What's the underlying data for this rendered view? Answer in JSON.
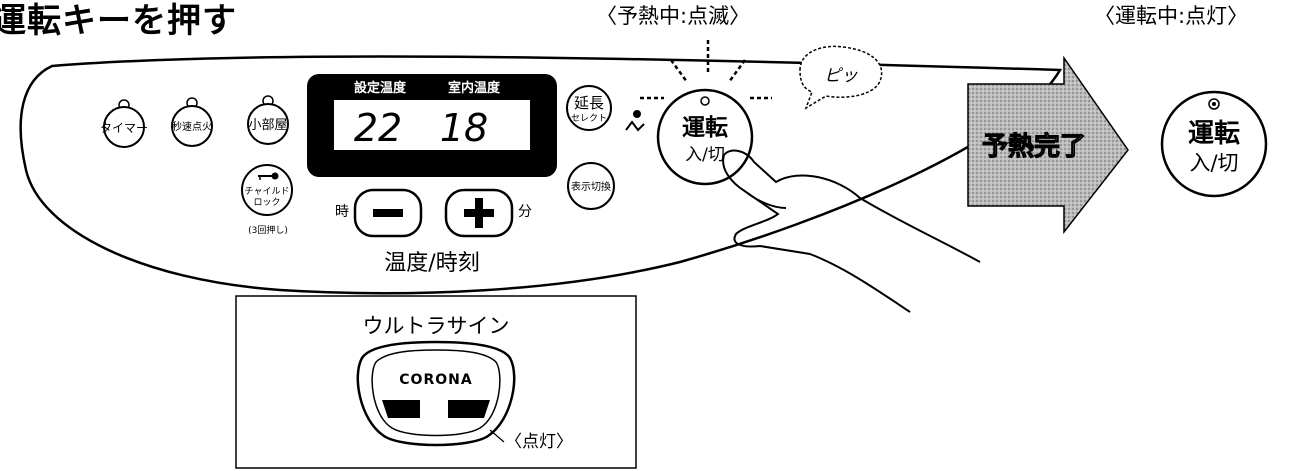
{
  "heading": "運転キーを押す",
  "captions": {
    "preheat_state": "〈予熱中:点滅〉",
    "running_state": "〈運転中:点灯〉"
  },
  "panel": {
    "buttons": {
      "timer": "タイマー",
      "quick_ignite": "秒速点火",
      "small_room": "小部屋",
      "child_lock_line1": "チャイルド",
      "child_lock_line2": "ロック",
      "child_lock_note": "(3回押し)",
      "extend_line1": "延長",
      "extend_line2": "セレクト",
      "display_toggle": "表示切換",
      "run_top": "運転",
      "run_bottom": "入/切"
    },
    "display": {
      "set_temp_label": "設定温度",
      "room_temp_label": "室内温度",
      "set_temp_value": "22",
      "room_temp_value": "18"
    },
    "adjust": {
      "hour_label": "時",
      "minute_label": "分",
      "minus_symbol": "−",
      "plus_symbol": "+",
      "caption": "温度/時刻"
    },
    "beep_text": "ピッ"
  },
  "arrow_text": "予熱完了",
  "run_key_after": {
    "top": "運転",
    "bottom": "入/切"
  },
  "ultrasign": {
    "title": "ウルトラサイン",
    "brand": "CORONA",
    "status": "〈点灯〉"
  }
}
